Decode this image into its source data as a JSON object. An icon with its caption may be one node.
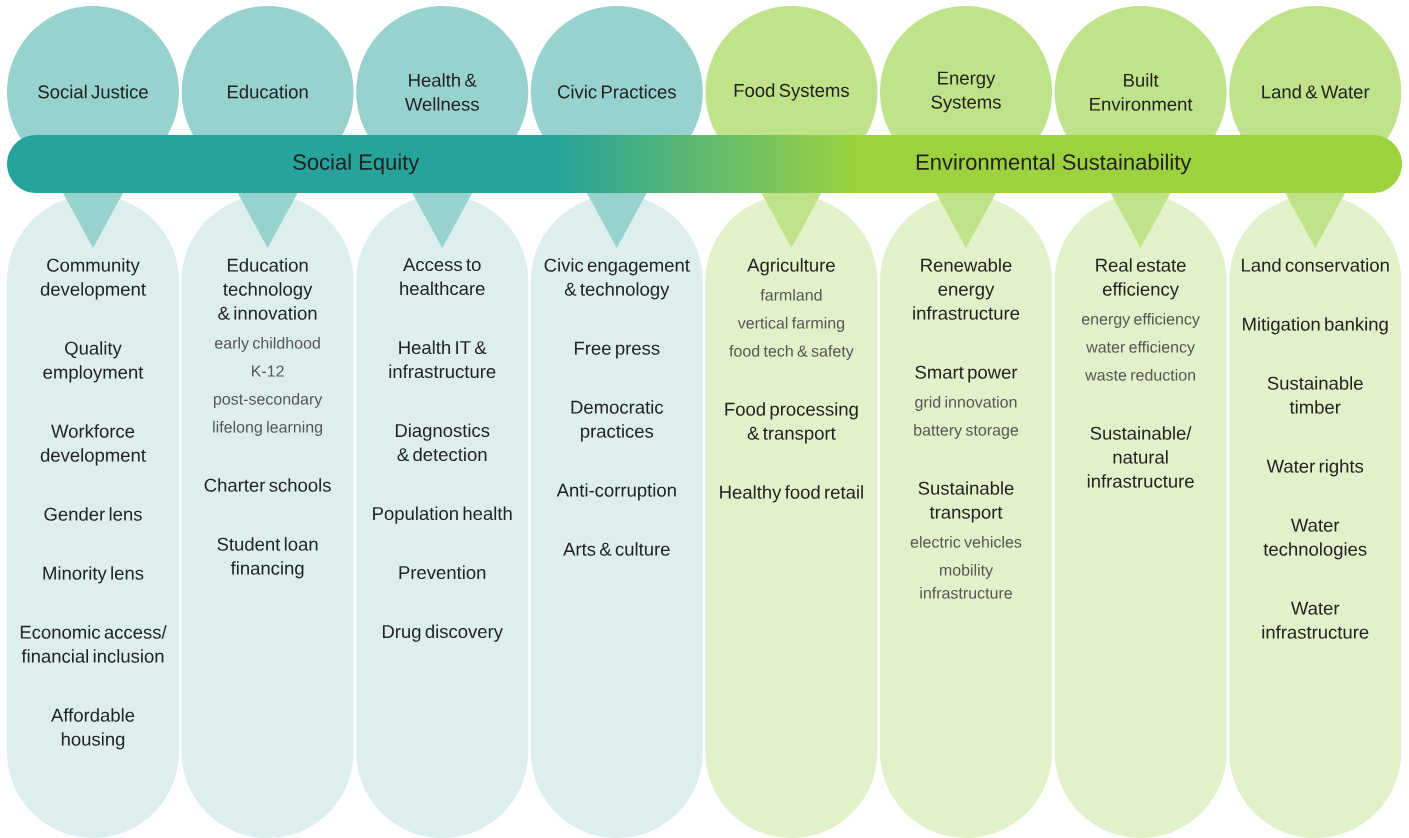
{
  "diagram": {
    "nodes": [
      {
        "text": [
          "Social Justice"
        ]
      },
      {
        "text": [
          "Education"
        ]
      },
      {
        "text": [
          "Health & Wellness"
        ]
      },
      {
        "text": [
          "Civic Practices"
        ]
      },
      {
        "text": [
          "Food Systems"
        ]
      },
      {
        "text": [
          "Energy Systems"
        ]
      },
      {
        "text": [
          "Built Environment"
        ]
      },
      {
        "text": [
          "Land & Water"
        ]
      },
      {
        "text": [
          "Social Equity",
          "Environmental Sustainability"
        ]
      },
      {
        "text": [
          "Community development",
          "Quality employment",
          "Workforce development",
          "Gender lens",
          "Minority lens",
          "Economic access/ financial inclusion",
          "Affordable housing"
        ]
      },
      {
        "text": [
          "Education technology & innovation",
          "early childhood",
          "K-12",
          "post-secondary",
          "lifelong learning",
          "Charter schools",
          "Student loan financing"
        ]
      },
      {
        "text": [
          "Access to healthcare",
          "Health IT & infrastructure",
          "Diagnostics & detection",
          "Population health",
          "Prevention",
          "Drug discovery"
        ]
      },
      {
        "text": [
          "Civic engagement & technology",
          "Free press",
          "Democratic practices",
          "Anti-corruption",
          "Arts & culture"
        ]
      },
      {
        "text": [
          "Agriculture",
          "farmland",
          "vertical farming",
          "food tech & safety",
          "Food processing & transport",
          "Healthy food retail"
        ]
      },
      {
        "text": [
          "Renewable energy infrastructure",
          "Smart power",
          "grid innovation",
          "battery storage",
          "Sustainable transport",
          "electric vehicles",
          "mobility infrastructure"
        ]
      },
      {
        "text": [
          "Real estate efficiency",
          "energy efficiency",
          "water efficiency",
          "waste reduction",
          "Sustainable/ natural infrastructure"
        ]
      },
      {
        "text": [
          "Land conservation",
          "Mitigation banking",
          "Sustainable timber",
          "Water rights",
          "Water technologies",
          "Water infrastructure"
        ]
      }
    ]
  }
}
